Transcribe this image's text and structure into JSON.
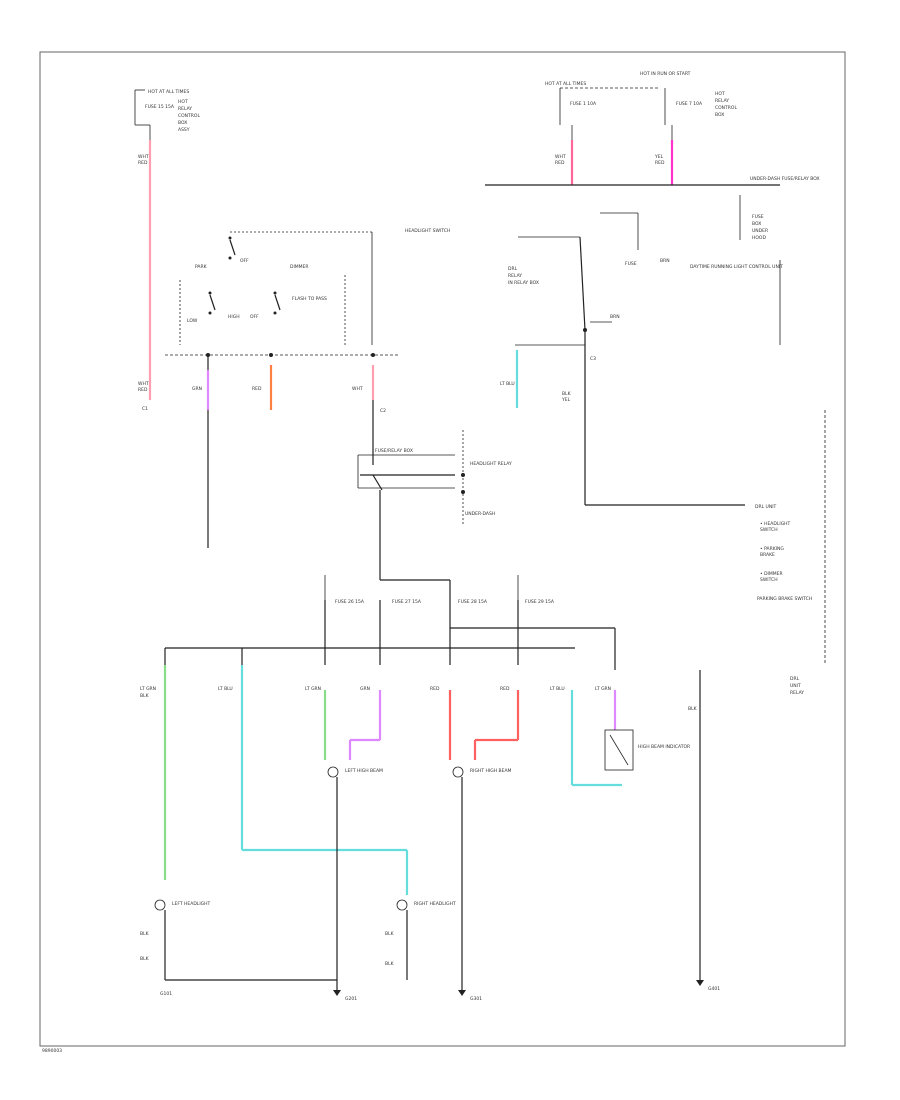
{
  "colors": {
    "pink": "#ff9fb0",
    "magenta": "#ff66cc",
    "orange": "#ff8040",
    "red": "#ff6060",
    "green": "#88dd88",
    "cyan": "#66dddd",
    "lavender": "#dd88ff",
    "frame": "#666666",
    "wire": "#222222"
  },
  "labels": {
    "hot_at_all_times": "HOT AT ALL TIMES",
    "hot_in_run": "HOT IN RUN OR START",
    "fuse_left": "FUSE 15 15A",
    "fuse_mid": "FUSE 1 10A",
    "fuse_right": "FUSE 7 10A",
    "underhood_box": "UNDER-DASH FUSE/RELAY BOX",
    "headlight_switch": "HEADLIGHT SWITCH",
    "off": "OFF",
    "park": "PARK",
    "high": "HIGH",
    "low": "LOW",
    "dimmer": "DIMMER",
    "flash_to_pass": "FLASH TO PASS",
    "relay": "HEADLIGHT RELAY",
    "daytime_unit": "DAYTIME RUNNING LIGHT CONTROL UNIT",
    "fuse_a": "FUSE 26 15A",
    "fuse_b": "FUSE 27 15A",
    "fuse_c": "FUSE 28 15A",
    "fuse_d": "FUSE 29 15A",
    "left_headlight": "LEFT HEADLIGHT",
    "right_headlight": "RIGHT HEADLIGHT",
    "left_high_beam": "LEFT HIGH BEAM",
    "right_high_beam": "RIGHT HIGH BEAM",
    "high_beam_indicator": "HIGH BEAM INDICATOR",
    "ground_left": "G101",
    "ground_mid": "G201",
    "ground_right": "G301",
    "ground_far": "G401",
    "brake_switch": "PARKING BRAKE SWITCH",
    "footer": "9890003"
  }
}
